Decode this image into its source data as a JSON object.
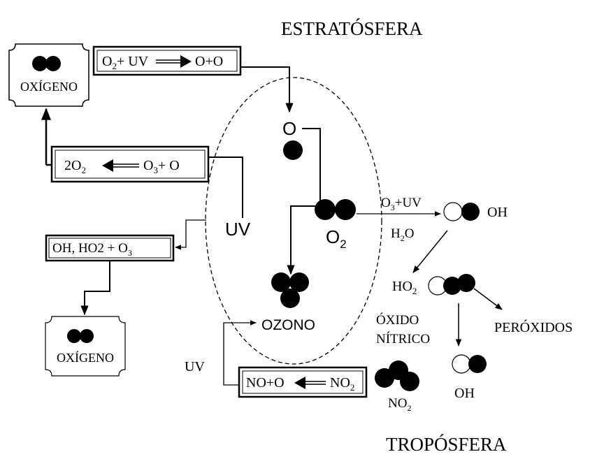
{
  "labels": {
    "estratosfera": "ESTRATÓSFERA",
    "troposfera": "TROPÓSFERA",
    "oxigeno_top": "OXÍGENO",
    "oxigeno_bottom": "OXÍGENO",
    "o_atom": "O",
    "o2_O": "O",
    "o2_sub": "2",
    "uv_center": "UV",
    "ozono": "OZONO",
    "o3uv_main": "O",
    "o3uv_sub": "3",
    "o3uv_rest": "+UV",
    "h2o_H": "H",
    "h2o_sub": "2",
    "h2o_O": "O",
    "oh_right": "OH",
    "ho2_HO": "HO",
    "ho2_sub": "2",
    "peroxidos": "PERÓXIDOS",
    "oxido": "ÓXIDO",
    "nitrico": "NÍTRICO",
    "oh_bottom": "OH",
    "no2_NO": "NO",
    "no2_sub": "2",
    "uv_bottom": "UV"
  },
  "reactions": {
    "r1": {
      "a": "O",
      "a_sub": "2",
      "b": "+ UV",
      "c": "O+O"
    },
    "r2": {
      "a": "2O",
      "a_sub": "2",
      "c": "O",
      "c_sub": "3",
      "d": "+ O"
    },
    "r3": {
      "a": "OH, HO2 + O",
      "a_sub": "3"
    },
    "r4": {
      "a": "NO+O",
      "c": "NO",
      "c_sub": "2"
    }
  }
}
